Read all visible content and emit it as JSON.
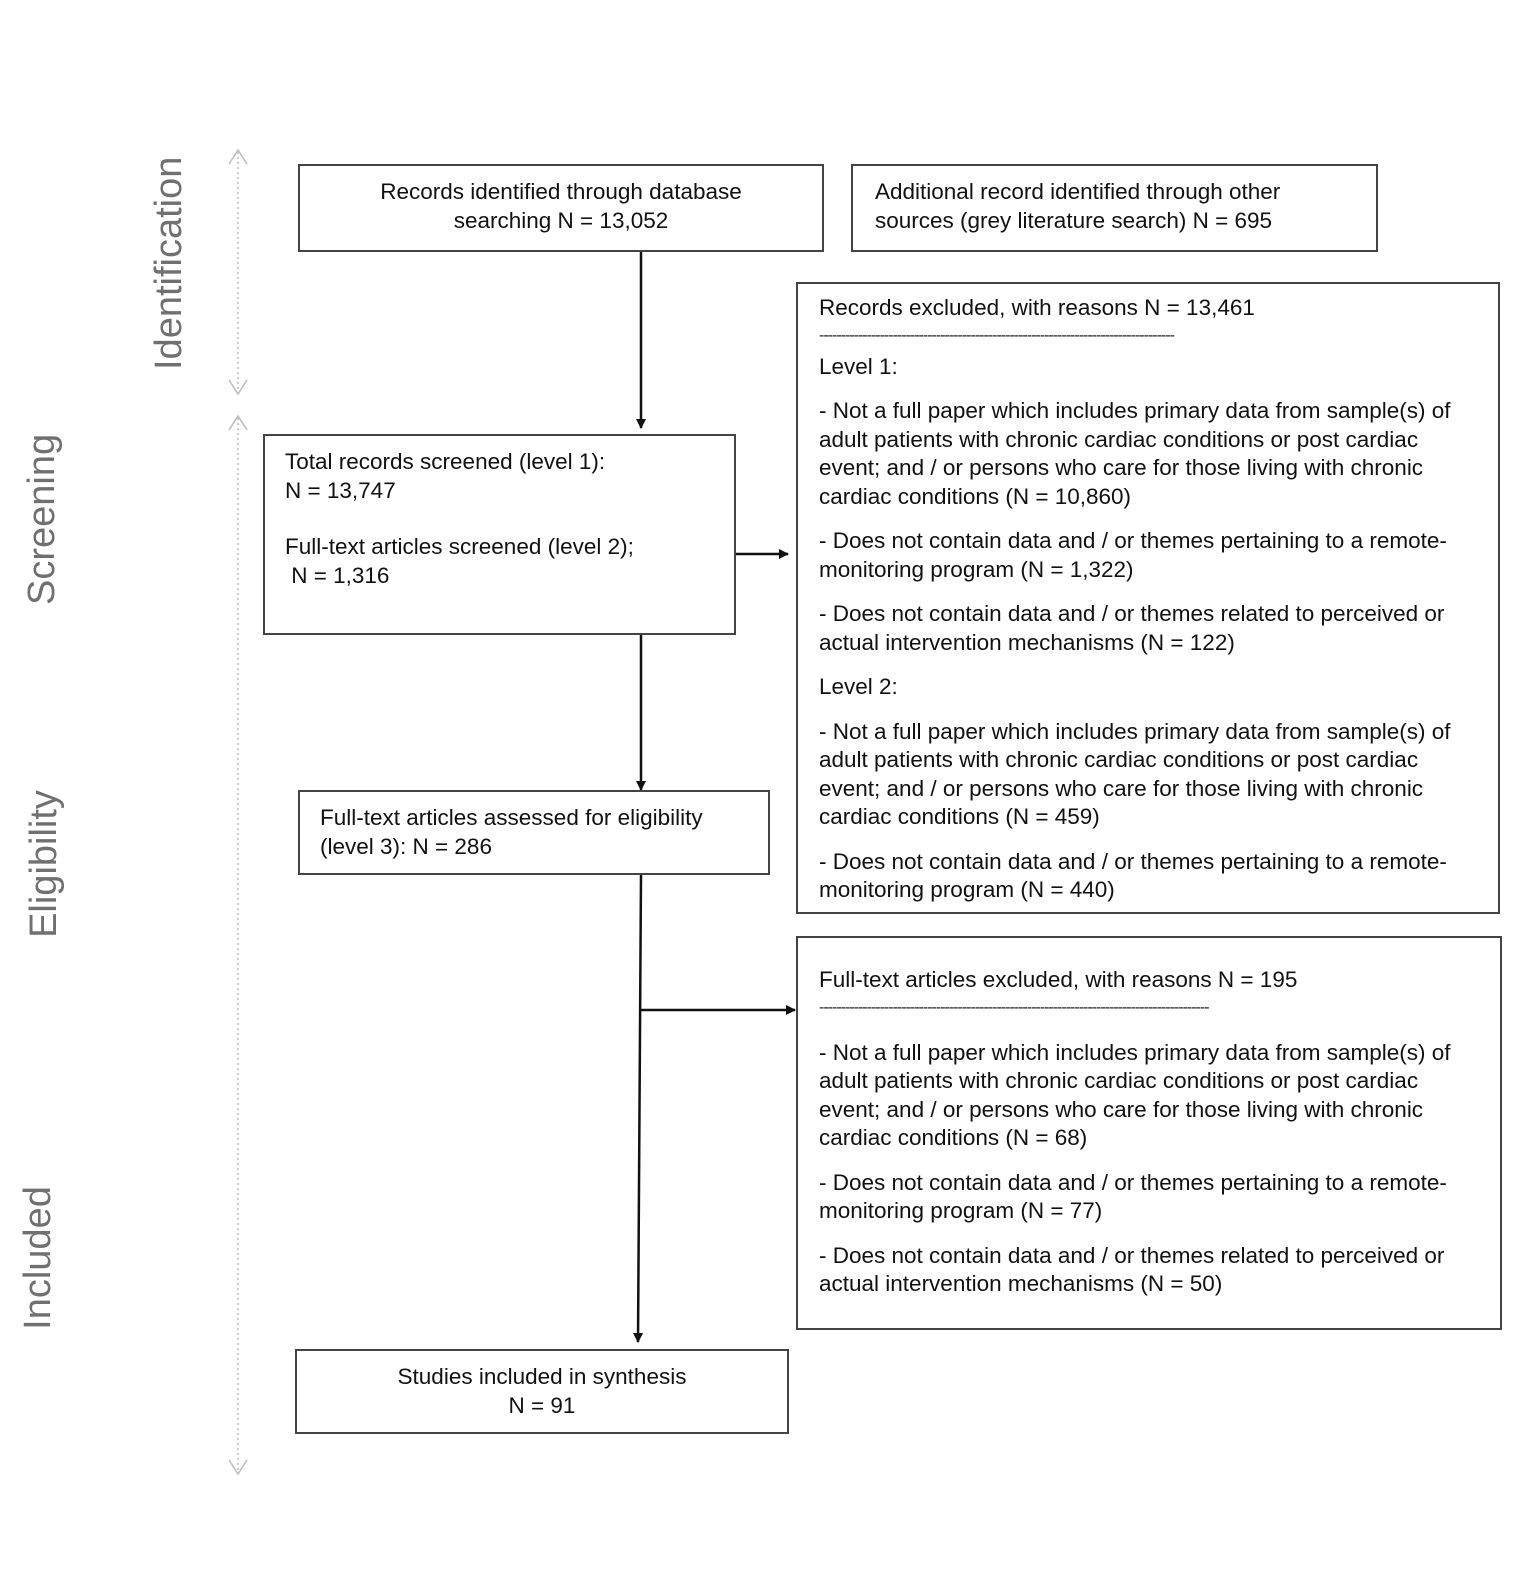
{
  "stages": {
    "identification": "Identification",
    "screening": "Screening",
    "eligibility": "Eligibility",
    "included": "Included"
  },
  "boxes": {
    "database_search": {
      "line1": "Records identified through database",
      "line2": "searching  N = 13,052"
    },
    "other_sources": {
      "line1": "Additional record identified through other",
      "line2": "sources (grey literature search) N = 695"
    },
    "screened": {
      "level1_line1": "Total records screened (level 1):",
      "level1_line2": "N = 13,747",
      "level2_line1": "Full-text articles screened (level 2);",
      "level2_line2": " N = 1,316"
    },
    "assessed": {
      "line1": "Full-text articles assessed for eligibility",
      "line2": "(level 3): N = 286"
    },
    "included": {
      "line1": "Studies included in synthesis",
      "line2": "N = 91"
    },
    "records_excluded": {
      "title": "Records excluded, with reasons N = 13,461",
      "divider": "----------------------------------------------------------------------------------",
      "level1_heading": "Level 1:",
      "level1_items": [
        "- Not a full paper which includes primary data from sample(s) of adult patients with chronic cardiac conditions or post cardiac event; and / or persons who care for those living with chronic cardiac conditions (N = 10,860)",
        "- Does not contain data and / or themes pertaining to a remote-monitoring program (N = 1,322)",
        "- Does not contain data and / or themes related to perceived or actual intervention mechanisms (N = 122)"
      ],
      "level2_heading": "Level 2:",
      "level2_items": [
        "- Not a full paper which includes primary data from sample(s) of adult patients with chronic cardiac conditions or post cardiac event; and / or persons who care for those living with chronic cardiac conditions (N = 459)",
        "- Does not contain data and / or themes pertaining to a remote-monitoring program (N = 440)"
      ]
    },
    "fulltext_excluded": {
      "title": "Full-text articles excluded, with reasons N = 195",
      "divider": "------------------------------------------------------------------------------------------",
      "items": [
        "- Not a full paper which includes primary data from sample(s) of adult patients with chronic cardiac conditions or post cardiac event; and / or persons who care for those living with chronic cardiac conditions (N = 68)",
        "- Does not contain data and / or themes pertaining to a remote-monitoring program (N = 77)",
        "- Does not contain data and / or themes related to perceived or actual intervention mechanisms (N = 50)"
      ]
    }
  }
}
